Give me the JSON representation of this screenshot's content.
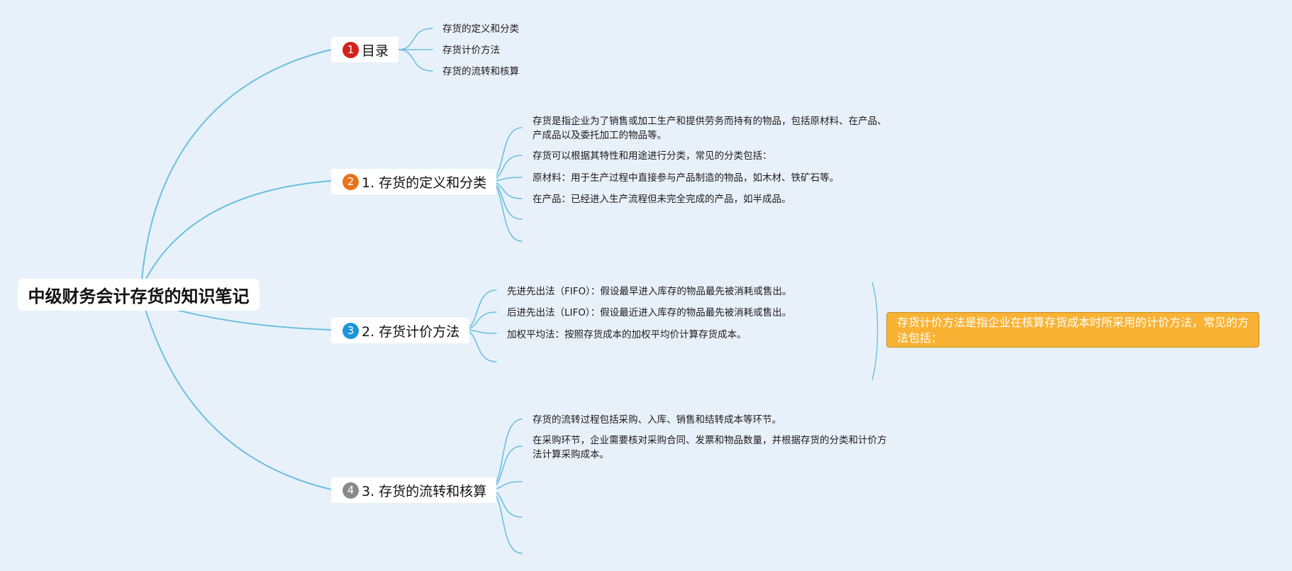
{
  "root": {
    "label": "中级财务会计存货的知识笔记"
  },
  "branches": [
    {
      "number": "1",
      "label": "目录",
      "badge_color": "#d4231a",
      "leaves": [
        "存货的定义和分类",
        "存货计价方法",
        "存货的流转和核算"
      ]
    },
    {
      "number": "2",
      "label": "1. 存货的定义和分类",
      "badge_color": "#e8731a",
      "leaves": [
        "存货是指企业为了销售或加工生产和提供劳务而持有的物品，包括原材料、在产品、产成品以及委托加工的物品等。",
        "存货可以根据其特性和用途进行分类，常见的分类包括：",
        "原材料：用于生产过程中直接参与产品制造的物品，如木材、铁矿石等。",
        "在产品：已经进入生产流程但未完全完成的产品，如半成品。"
      ]
    },
    {
      "number": "3",
      "label": "2. 存货计价方法",
      "badge_color": "#1b95dc",
      "leaves": [
        "先进先出法（FIFO）：假设最早进入库存的物品最先被消耗或售出。",
        "后进先出法（LIFO）：假设最近进入库存的物品最先被消耗或售出。",
        "加权平均法：按照存货成本的加权平均价计算存货成本。"
      ],
      "summary": "存货计价方法是指企业在核算存货成本时所采用的计价方法，常见的方法包括："
    },
    {
      "number": "4",
      "label": "3. 存货的流转和核算",
      "badge_color": "#8a8a8a",
      "leaves": [
        "存货的流转过程包括采购、入库、销售和结转成本等环节。",
        "在采购环节，企业需要核对采购合同、发票和物品数量，并根据存货的分类和计价方法计算采购成本。"
      ]
    }
  ],
  "colors": {
    "background": "#e8f1fa",
    "connector": "#6cbfe0",
    "callout": "#f9b233"
  }
}
